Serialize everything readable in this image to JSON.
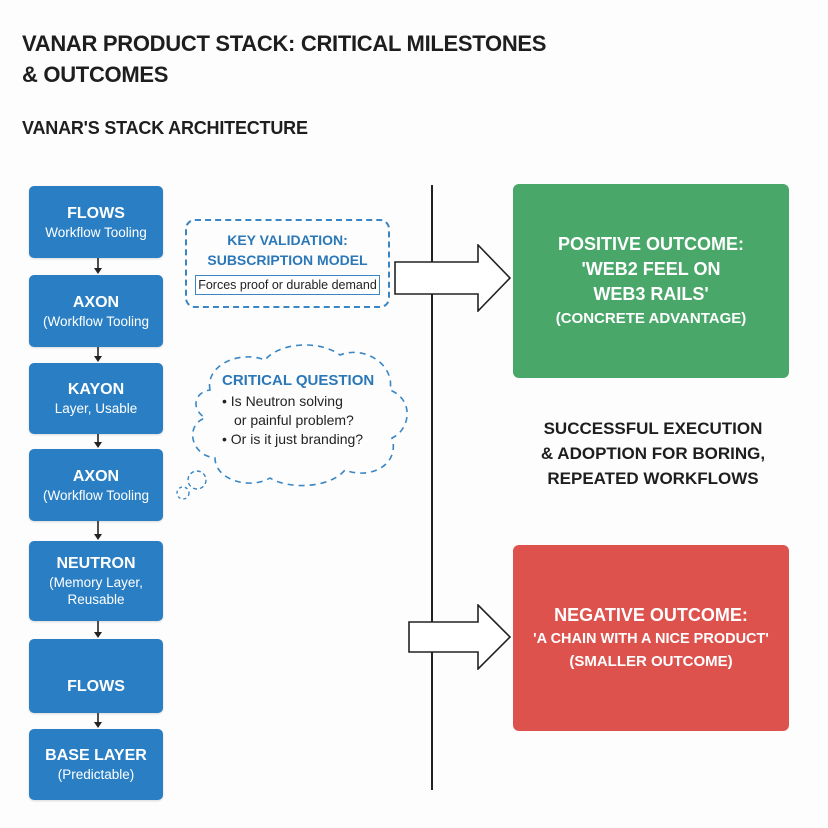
{
  "title": {
    "line1": "VANAR PRODUCT STACK: CRITICAL MILESTONES",
    "line2": "& OUTCOMES"
  },
  "subtitle": "VANAR'S STACK ARCHITECTURE",
  "stack": [
    {
      "name": "FLOWS",
      "desc": "Workflow Tooling"
    },
    {
      "name": "AXON",
      "desc": "(Workflow Tooling"
    },
    {
      "name": "KAYON",
      "desc": "Layer, Usable"
    },
    {
      "name": "AXON",
      "desc": "(Workflow Tooling"
    },
    {
      "name": "NEUTRON",
      "desc": "(Memory Layer,",
      "desc2": "Reusable"
    },
    {
      "name": "FLOWS",
      "desc": ""
    },
    {
      "name": "BASE LAYER",
      "desc": "(Predictable)"
    }
  ],
  "validation": {
    "title1": "KEY VALIDATION:",
    "title2": "SUBSCRIPTION MODEL",
    "body": "Forces proof or durable demand"
  },
  "critical_question": {
    "title": "CRITICAL QUESTION",
    "bullets": [
      {
        "line1": "Is Neutron solving",
        "line2": "or painful problem?"
      },
      {
        "line1": "Or is it just branding?"
      }
    ]
  },
  "positive": {
    "line1": "POSITIVE OUTCOME:",
    "line2a": "'WEB2 FEEL ON",
    "line2b": "WEB3 RAILS'",
    "line3": "(CONCRETE ADVANTAGE)",
    "color": "#4aa76a"
  },
  "middle": {
    "line1": "SUCCESSFUL EXECUTION",
    "line2": "& ADOPTION FOR BORING,",
    "line3": "REPEATED WORKFLOWS"
  },
  "negative": {
    "line1": "NEGATIVE OUTCOME:",
    "line2": "'A CHAIN WITH A NICE PRODUCT'",
    "line3": "(SMALLER OUTCOME)",
    "color": "#de524d"
  },
  "colors": {
    "stack_blue": "#2a7fc4",
    "accent_blue": "#2b78b8"
  }
}
